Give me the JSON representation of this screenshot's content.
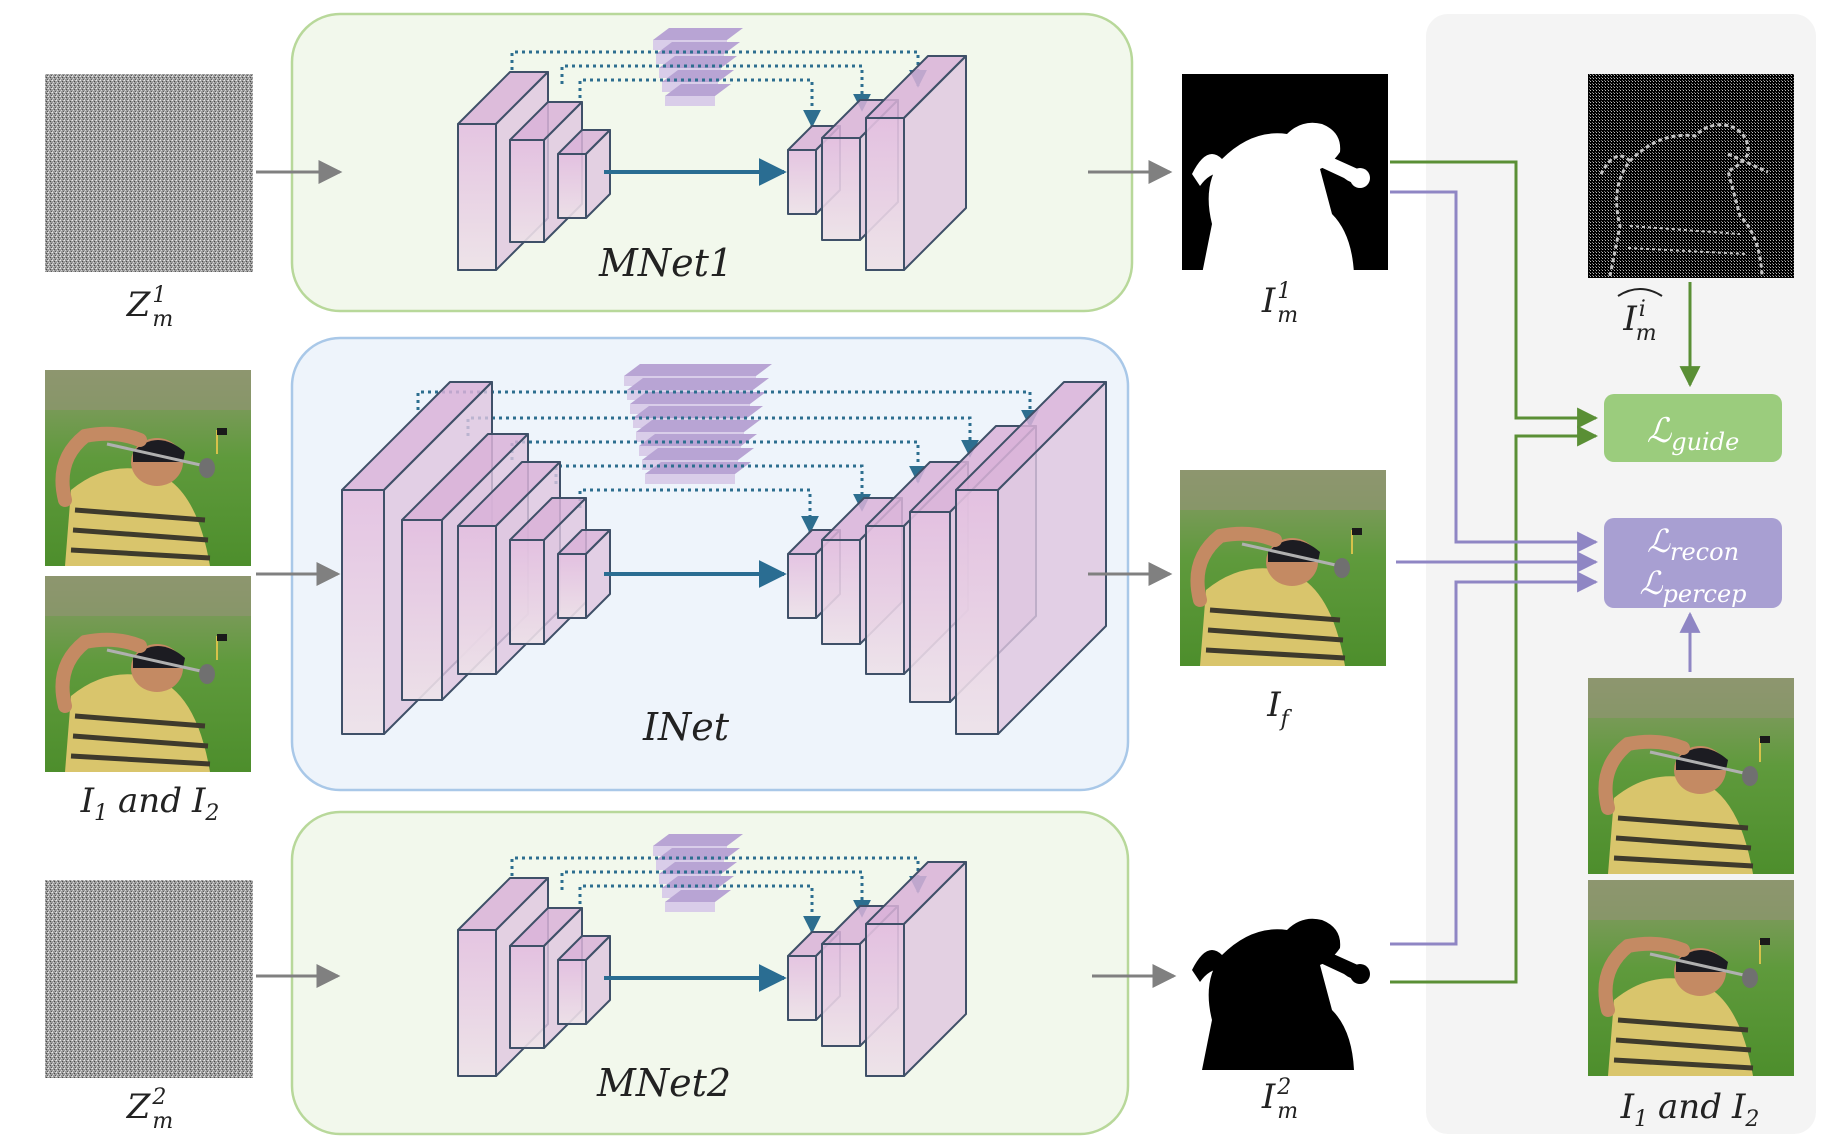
{
  "networks": {
    "mnet1": "MNet1",
    "inet": "INet",
    "mnet2": "MNet2"
  },
  "inputs": {
    "noise1": {
      "base": "Z",
      "sup": "1",
      "sub": "m"
    },
    "images": {
      "a": "I",
      "a_sub": "1",
      "and": "and",
      "b": "I",
      "b_sub": "2"
    },
    "noise2": {
      "base": "Z",
      "sup": "2",
      "sub": "m"
    }
  },
  "outputs": {
    "mask1": {
      "base": "I",
      "sup": "1",
      "sub": "m"
    },
    "fused": {
      "base": "I",
      "sub": "f"
    },
    "mask2": {
      "base": "I",
      "sup": "2",
      "sub": "m"
    }
  },
  "loss_panel": {
    "guide_image": {
      "base": "I",
      "sup": "i",
      "sub": "m"
    },
    "guide_loss": {
      "base": "ℒ",
      "sub": "guide"
    },
    "recon_loss": {
      "base": "ℒ",
      "sub": "recon"
    },
    "percep_loss": {
      "base": "ℒ",
      "sub": "percep"
    },
    "reference_images": {
      "a": "I",
      "a_sub": "1",
      "and": "and",
      "b": "I",
      "b_sub": "2"
    }
  },
  "colors": {
    "mnet_box_fill": "#f2f8ec",
    "mnet_box_stroke": "#b8d89a",
    "inet_box_fill": "#eef4fb",
    "inet_box_stroke": "#a9c8e8",
    "block_fill": "#e9c9e6",
    "skip_connection": "#2d6e8f",
    "bottleneck_arrow": "#2a6d92",
    "input_arrow": "#808080",
    "guide_path": "#5a8f35",
    "recon_path": "#8f86c4",
    "guide_loss_box": "#9bcc7d",
    "recon_loss_box": "#a89fd2",
    "loss_panel_bg": "#f4f4f4"
  }
}
